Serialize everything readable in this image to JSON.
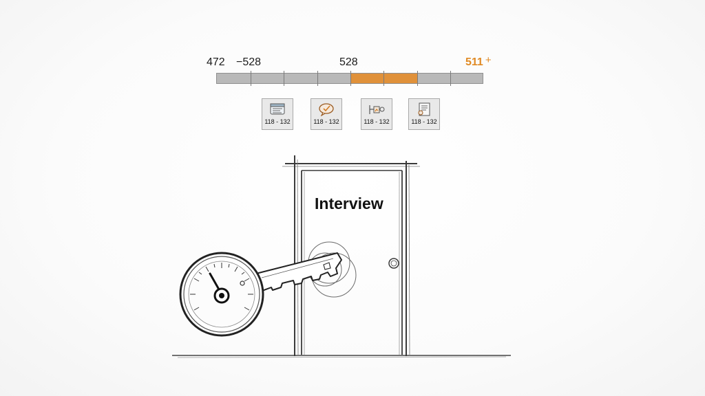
{
  "scale": {
    "labels": [
      "472",
      "−528",
      "528"
    ],
    "accent_label": "511",
    "accent_suffix": "+",
    "accent_color": "#e08a24"
  },
  "cards": [
    {
      "icon": "document-window-icon",
      "label": "118 - 132"
    },
    {
      "icon": "chat-bubble-icon",
      "label": "118 - 132"
    },
    {
      "icon": "chart-plug-icon",
      "label": "118 - 132"
    },
    {
      "icon": "checklist-document-icon",
      "label": "118 - 132"
    }
  ],
  "door": {
    "title": "Interview"
  },
  "illustration": {
    "key_icon": "gauge-key-icon",
    "door_icon": "door-icon"
  }
}
